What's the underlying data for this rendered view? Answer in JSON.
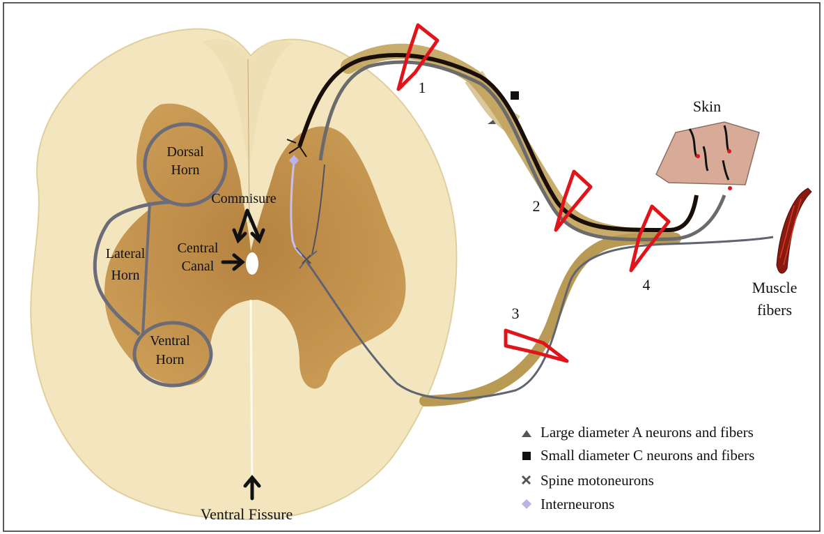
{
  "regions": {
    "dorsal_horn": [
      "Dorsal",
      "Horn"
    ],
    "commisure": "Commisure",
    "central_canal": [
      "Central",
      "Canal"
    ],
    "lateral_horn": [
      "Lateral",
      "Horn"
    ],
    "ventral_horn": [
      "Ventral",
      "Horn"
    ],
    "ventral_fissure": "Ventral Fissure"
  },
  "targets": {
    "skin": "Skin",
    "muscle": [
      "Muscle",
      "fibers"
    ]
  },
  "markers": [
    "1",
    "2",
    "3",
    "4"
  ],
  "legend": [
    {
      "symbol": "triangle",
      "label": "Large diameter A neurons and fibers",
      "color": "#555555"
    },
    {
      "symbol": "square",
      "label": "Small diameter C neurons and fibers",
      "color": "#111111"
    },
    {
      "symbol": "cross",
      "label": "Spine motoneurons",
      "color": "#555555"
    },
    {
      "symbol": "diamond",
      "label": "Interneurons",
      "color": "#b9b3e6"
    }
  ],
  "colors": {
    "white_matter": "#f3e6bf",
    "gray_matter": "#b8813c",
    "nerve_sheath": "#b89a55",
    "c_fiber": "#1a0f08",
    "a_fiber": "#6b6b6b",
    "interneuron": "#c7c0ee",
    "stimulus": "#e0141b",
    "skin": "#d7ab98",
    "muscle": "#8a1a10"
  }
}
